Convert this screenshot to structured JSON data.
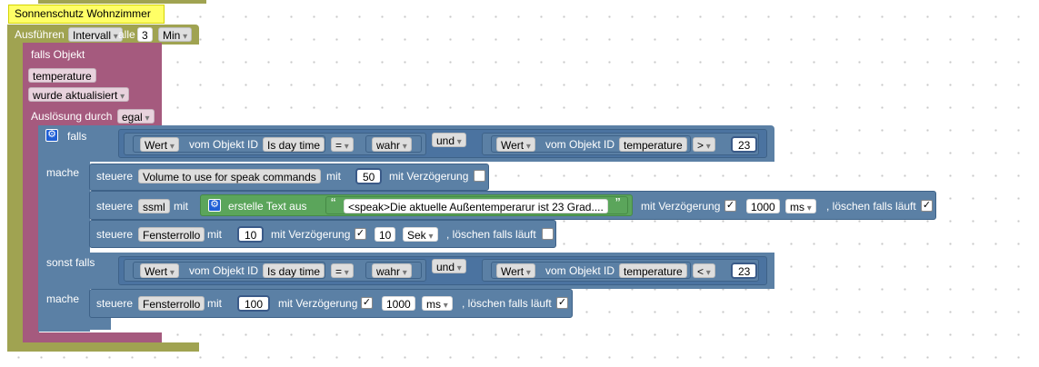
{
  "comment": {
    "text": "Sonnenschutz Wohnzimmer"
  },
  "schedule": {
    "label": "Ausführen",
    "mode": "Intervall",
    "every": "alle",
    "count": "3",
    "unit": "Min"
  },
  "trigger": {
    "title": "falls Objekt",
    "object": "temperature",
    "event": "wurde aktualisiert",
    "cause_label": "Auslösung durch",
    "cause": "egal"
  },
  "if1": {
    "falls_label": "falls",
    "left": {
      "wert": "Wert",
      "vom": "vom Objekt ID",
      "obj": "Is day time",
      "op": "=",
      "val": "wahr"
    },
    "joiner": "und",
    "right": {
      "wert": "Wert",
      "vom": "vom Objekt ID",
      "obj": "temperature",
      "op": ">",
      "val": "23"
    }
  },
  "do1": {
    "mache_label": "mache",
    "s1": {
      "steuere": "steuere",
      "target": "Volume to use for speak commands",
      "mit": "mit",
      "value": "50",
      "delay": "mit Verzögerung"
    },
    "s2": {
      "steuere": "steuere",
      "target": "ssml",
      "mit": "mit",
      "text_block": "erstelle Text aus",
      "quote_open": "“",
      "text": "<speak>Die aktuelle Außentemperarur ist 23 Grad....",
      "quote_close": "”",
      "delay": "mit Verzögerung",
      "check": "✓",
      "delay_value": "1000",
      "delay_unit": "ms",
      "cancel": ", löschen falls läuft",
      "cancel_check": "✓"
    },
    "s3": {
      "steuere": "steuere",
      "target": "Fensterrollo",
      "mit": "mit",
      "value": "10",
      "delay": "mit Verzögerung",
      "check": "✓",
      "delay_value": "10",
      "delay_unit": "Sek",
      "cancel": ", löschen falls läuft"
    }
  },
  "if2": {
    "sonst_label": "sonst falls",
    "left": {
      "wert": "Wert",
      "vom": "vom Objekt ID",
      "obj": "Is day time",
      "op": "=",
      "val": "wahr"
    },
    "joiner": "und",
    "right": {
      "wert": "Wert",
      "vom": "vom Objekt ID",
      "obj": "temperature",
      "op": "<",
      "val": "23"
    }
  },
  "do2": {
    "mache_label": "mache",
    "s1": {
      "steuere": "steuere",
      "target": "Fensterrollo",
      "mit": "mit",
      "value": "100",
      "delay": "mit Verzögerung",
      "check": "✓",
      "delay_value": "1000",
      "delay_unit": "ms",
      "cancel": ", löschen falls läuft",
      "cancel_check": "✓"
    }
  },
  "icons": {
    "gear": "gear-icon"
  },
  "colors": {
    "olive": "#a0a351",
    "maroon": "#a55a7e",
    "blue": "#5b80a5",
    "green": "#5ba55b",
    "comment": "#ffff66"
  }
}
